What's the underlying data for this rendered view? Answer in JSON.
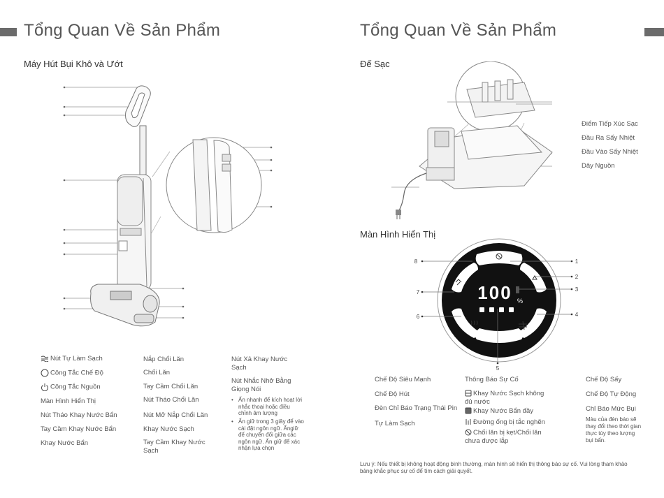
{
  "left": {
    "title": "Tổng Quan Về Sản Phẩm",
    "subtitle": "Máy Hút Bụi Khô và Ướt",
    "col1": [
      "Nút Tự Làm Sạch",
      "Công Tắc Chế Độ",
      "Công Tắc Nguồn",
      "Màn Hình Hiển Thị",
      "Nút Tháo Khay Nước Bẩn",
      "Tay Cầm Khay Nước Bẩn",
      "Khay Nước Bẩn"
    ],
    "col2": [
      "Nắp Chổi Lăn",
      "Chổi Lăn",
      "Tay Cầm Chổi Lăn",
      "Nút Tháo Chổi Lăn",
      "Nút Mở Nắp Chổi Lăn",
      "Khay Nước Sạch",
      "Tay Cầm Khay Nước Sạch"
    ],
    "col3": {
      "drain": "Nút Xả Khay Nước Sạch",
      "voice": "Nút Nhắc Nhở Bằng Giọng Nói",
      "bullets": [
        "Ấn nhanh để kích hoạt lời nhắc thoại hoặc điều chỉnh âm lượng",
        "Ấn giữ trong 3 giây để vào cài đặt ngôn ngữ. Ấngiữ để chuyển đổi giữa các ngôn ngữ. Ấn giữ để xác nhận lựa chọn"
      ]
    }
  },
  "right": {
    "title": "Tổng Quan Về Sản Phẩm",
    "dock_title": "Đế Sạc",
    "dock_labels": [
      "Điểm Tiếp Xúc Sạc",
      "Đầu Ra Sấy Nhiệt",
      "Đầu Vào Sấy Nhiệt",
      "Dây Nguồn"
    ],
    "display_title": "Màn Hình Hiển Thị",
    "display_value": "100",
    "display_unit": "%",
    "callouts": [
      "1",
      "2",
      "3",
      "4",
      "5",
      "6",
      "7",
      "8"
    ],
    "colA": [
      "Chế Độ Siêu Mạnh",
      "Chế Độ Hút",
      "Đèn Chỉ Báo Trạng Thái Pin",
      "Tự Làm Sạch"
    ],
    "colB": {
      "head": "Thông Báo Sự Cố",
      "items": [
        "Khay Nước Sạch không đủ nước",
        "Khay Nước Bẩn đầy",
        "Đường ống bị tắc nghẽn",
        "Chổi lăn bị kẹt/Chổi lăn chưa được lắp"
      ]
    },
    "colC": [
      "Chế Độ Sấy",
      "Chế Độ Tự Động",
      "Chỉ Báo Mức Bụi"
    ],
    "colC_note": "Màu của đèn báo sẽ thay đổi theo thời gian thực tùy theo lượng bụi bẩn.",
    "footnote": "Lưu ý: Nếu thiết bị không hoạt động bình thường, màn hình sẽ hiển thị thông báo sự cố. Vui lòng tham khảo bảng khắc phục sự cố để tìm cách giải quyết."
  }
}
